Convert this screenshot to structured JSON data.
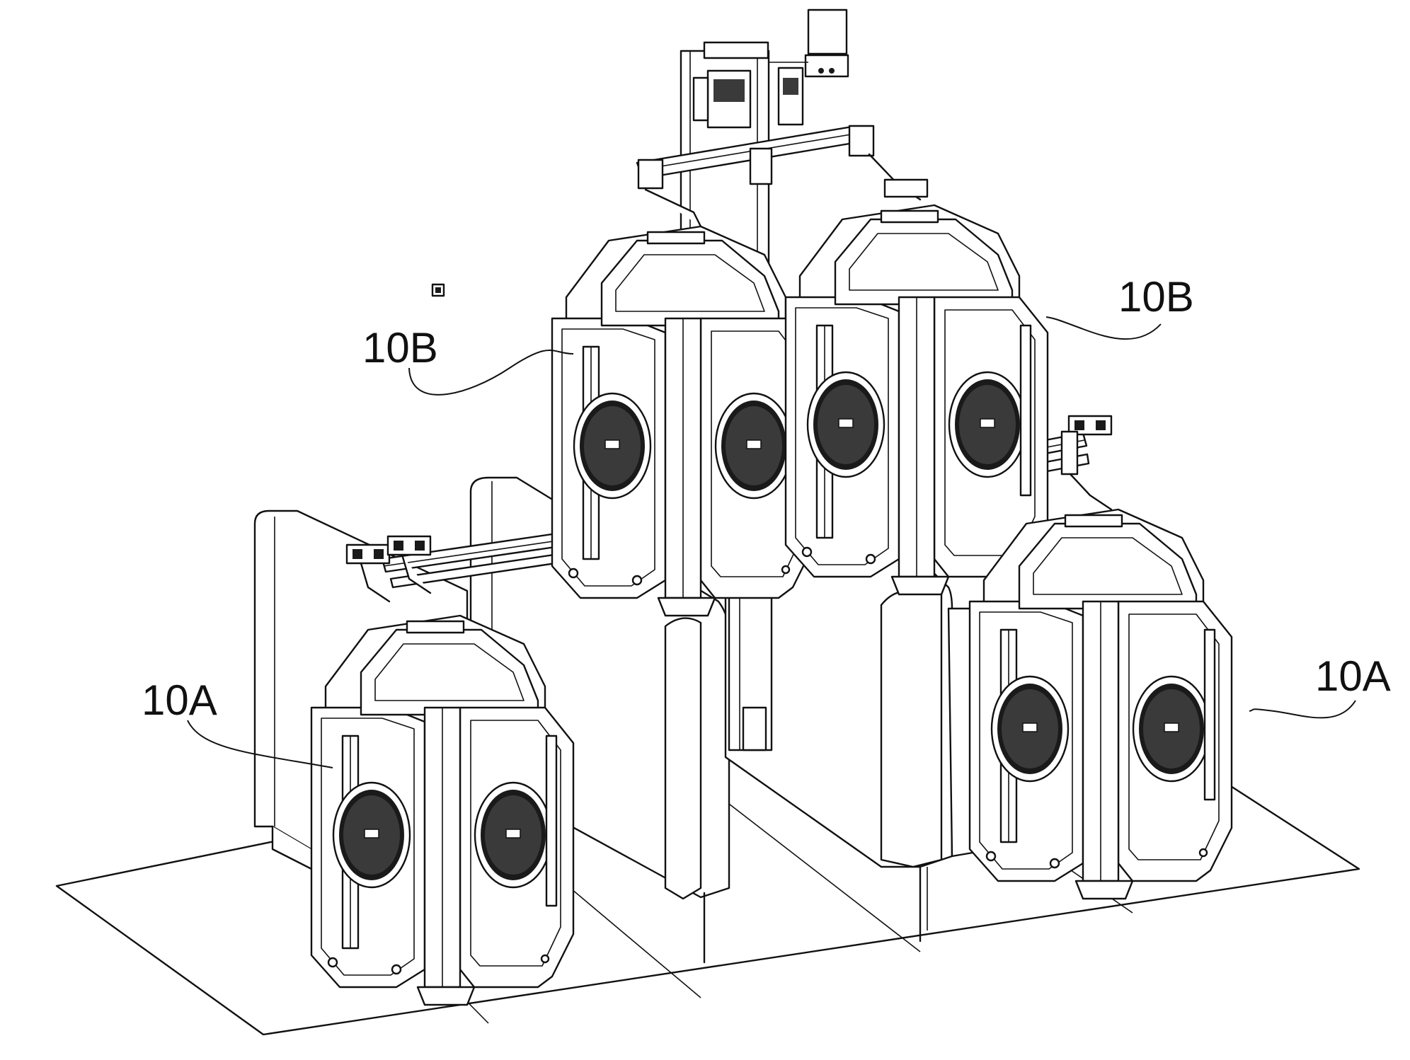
{
  "figure": {
    "type": "patent-drawing",
    "background": "#ffffff",
    "line_color": "#111111"
  },
  "labels": {
    "lower_left": "10A",
    "lower_right": "10A",
    "upper_left": "10B",
    "upper_right": "10B"
  }
}
